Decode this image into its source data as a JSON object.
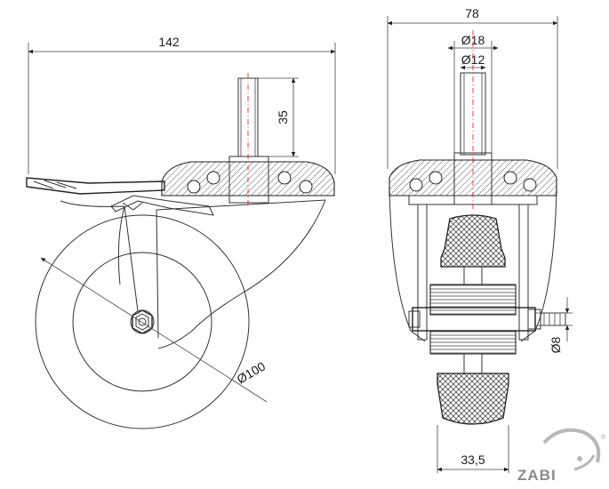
{
  "dimensions": {
    "width_overall": "142",
    "stem_height": "35",
    "wheel_diameter": "Ø100",
    "width_side": "78",
    "stem_outer": "Ø18",
    "stem_inner": "Ø12",
    "axle": "Ø8",
    "tread_width": "33,5"
  },
  "logo": {
    "text": "ZABI",
    "mark": "®"
  }
}
